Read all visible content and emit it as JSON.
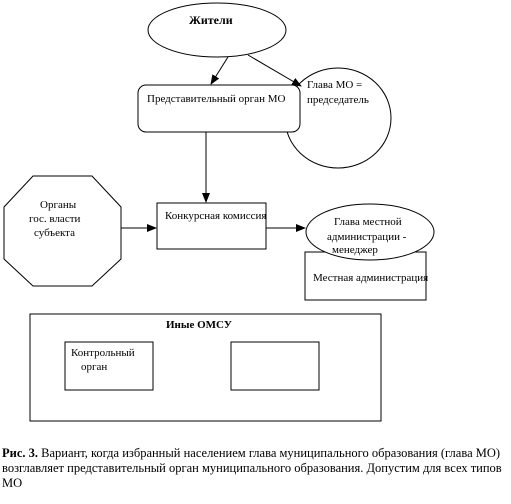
{
  "nodes": {
    "residents": "Жители",
    "head_chair_line1": "Глава МО =",
    "head_chair_line2": "председатель",
    "rep_body": "Представительный орган МО",
    "state_line1": "Органы",
    "state_line2": "гос. власти",
    "state_line3": "субъекта",
    "commission": "Конкурсная комиссия",
    "manager_line1": "Глава местной",
    "manager_line2": "администрации -",
    "manager_line3": "менеджер",
    "local_admin": "Местная администрация",
    "other_omsu": "Иные ОМСУ",
    "control_line1": "Контрольный",
    "control_line2": "орган"
  },
  "caption": {
    "label": "Рис. 3.",
    "text": " Вариант, когда избранный населением глава муниципального образования (глава МО) возглавляет представительный орган муниципального образования. Допустим для всех типов МО"
  }
}
